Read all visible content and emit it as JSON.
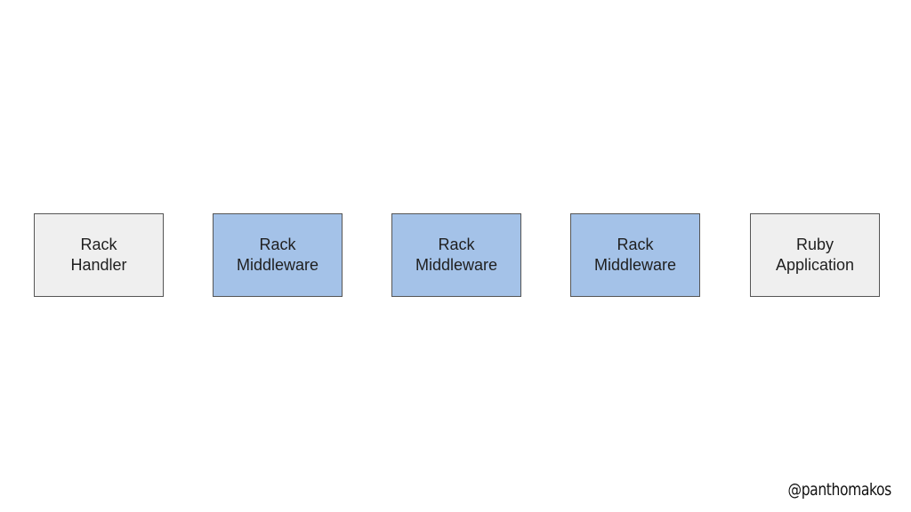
{
  "diagram": {
    "boxes": [
      {
        "label": "Rack\nHandler",
        "kind": "plain"
      },
      {
        "label": "Rack\nMiddleware",
        "kind": "middleware"
      },
      {
        "label": "Rack\nMiddleware",
        "kind": "middleware"
      },
      {
        "label": "Rack\nMiddleware",
        "kind": "middleware"
      },
      {
        "label": "Ruby\nApplication",
        "kind": "plain"
      }
    ]
  },
  "footer": {
    "handle": "@panthomakos"
  },
  "colors": {
    "plain_fill": "#efefef",
    "middleware_fill": "#a4c2e8",
    "border": "#555555"
  }
}
